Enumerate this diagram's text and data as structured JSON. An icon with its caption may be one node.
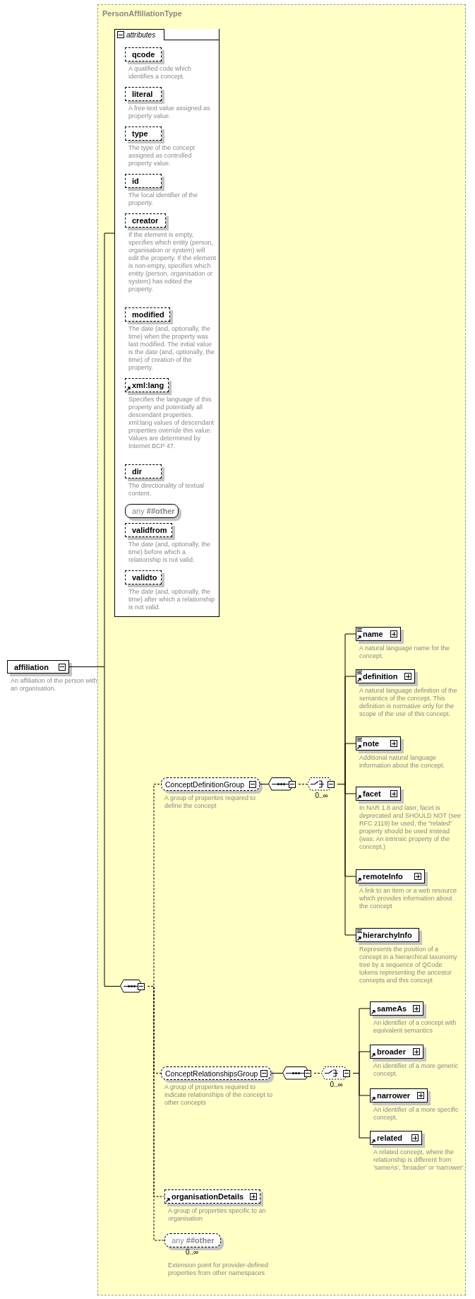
{
  "diagram": {
    "nodes": [
      {
        "text": [
          "PersonAffiliationType"
        ]
      },
      {
        "text": [
          "attributes"
        ],
        "in": 0
      },
      {
        "text": [
          "qcode"
        ],
        "in": 1,
        "beside": [
          "A qualified code which identifies a concept."
        ]
      },
      {
        "text": [
          "literal"
        ],
        "in": 1,
        "beside": [
          "A free-text value assigned as property value."
        ]
      },
      {
        "text": [
          "type"
        ],
        "in": 1,
        "beside": [
          "The type of the concept assigned as controlled property value."
        ]
      },
      {
        "text": [
          "id"
        ],
        "in": 1,
        "beside": [
          "The local identifier of the property."
        ]
      },
      {
        "text": [
          "creator"
        ],
        "in": 1,
        "beside": [
          "If the element is empty, specifies which entity (person, organisation or system) will edit the property. If the element is non-empty, specifies which entity (person, organisation or system) has edited the property."
        ]
      },
      {
        "text": [
          "modified"
        ],
        "in": 1,
        "beside": [
          "The date (and, optionally, the time) when the property was last modified. The initial value is the date (and, optionally, the time) of creation of the property."
        ]
      },
      {
        "text": [
          "xml:lang"
        ],
        "in": 1,
        "beside": [
          "Specifies the language of this property and potentially all descendant properties. xml:lang values of descendant properties override this value. Values are determined by Internet BCP 47."
        ]
      },
      {
        "text": [
          "dir"
        ],
        "in": 1,
        "beside": [
          "The directionality of textual content."
        ]
      },
      {
        "text": [
          "any **##other**"
        ],
        "in": 1
      },
      {
        "text": [
          "validfrom"
        ],
        "in": 1,
        "beside": [
          "The date (and, optionally, the time) before which a relationship is not valid."
        ]
      },
      {
        "text": [
          "validto"
        ],
        "in": 1,
        "beside": [
          "The date (and, optionally, the time) after which a relationship is not valid."
        ]
      },
      {
        "text": [
          "affiliation"
        ],
        "beside": [
          "An affiliation of the person with an organisation."
        ]
      },
      {
        "text": [],
        "shape": "octagon",
        "in": 0
      },
      {
        "text": [
          "ConceptDefinitionGroup"
        ],
        "in": 0,
        "beside": [
          "A group of properites required to define the concept"
        ]
      },
      {
        "text": [],
        "shape": "octagon",
        "in": 0
      },
      {
        "text": [],
        "shape": "octagon",
        "in": 0,
        "beside": [
          "0..∞"
        ]
      },
      {
        "text": [
          "name"
        ],
        "in": 0,
        "beside": [
          "A natural language name for the concept."
        ]
      },
      {
        "text": [
          "definition"
        ],
        "in": 0,
        "beside": [
          "A natural language definition of the semantics of the concept. This definition is normative only for the scope of the use of this concept."
        ]
      },
      {
        "text": [
          "note"
        ],
        "in": 0,
        "beside": [
          "Additional natural language information about the concept."
        ]
      },
      {
        "text": [
          "facet"
        ],
        "in": 0,
        "beside": [
          "In NAR 1.8 and later, facet is deprecated and SHOULD NOT (see RFC 2119) be used, the \"related\" property should be used instead (was: An intrinsic property of the concept.)"
        ]
      },
      {
        "text": [
          "remoteInfo"
        ],
        "in": 0,
        "beside": [
          "A link to an item or a web resource which provides information about the concept"
        ]
      },
      {
        "text": [
          "hierarchyInfo"
        ],
        "in": 0,
        "beside": [
          "Represents the position of a concept in a hierarchical taxonomy tree by a sequence of QCode tokens representing the ancestor concepts and this concept"
        ]
      },
      {
        "text": [
          "ConceptRelationshipsGroup"
        ],
        "in": 0,
        "beside": [
          "A group of properites required to indicate relationships of the concept to other concepts"
        ]
      },
      {
        "text": [],
        "shape": "octagon",
        "in": 0
      },
      {
        "text": [],
        "shape": "octagon",
        "in": 0,
        "beside": [
          "0..∞"
        ]
      },
      {
        "text": [
          "sameAs"
        ],
        "in": 0,
        "beside": [
          "An identifier of a concept with equivalent semantics"
        ]
      },
      {
        "text": [
          "broader"
        ],
        "in": 0,
        "beside": [
          "An identifier of a more generic concept."
        ]
      },
      {
        "text": [
          "narrower"
        ],
        "in": 0,
        "beside": [
          "An identifier of a more specific concept."
        ]
      },
      {
        "text": [
          "related"
        ],
        "in": 0,
        "beside": [
          "A related concept, where the relationship is different from 'sameAs', 'broader' or 'narrower'."
        ]
      },
      {
        "text": [
          "organisationDetails"
        ],
        "in": 0,
        "beside": [
          "A group of properties specific to an organisation"
        ]
      },
      {
        "text": [
          "any **##other**"
        ],
        "in": 0,
        "beside": [
          "0..∞",
          "Extension point for provider-defined properties from other namespaces"
        ]
      }
    ],
    "edges": [
      {
        "from": 13,
        "to": 1,
        "arrow": "none"
      },
      {
        "from": 13,
        "to": 14,
        "arrow": "none"
      },
      {
        "from": 14,
        "to": 15,
        "arrow": "none",
        "style": "dashed"
      },
      {
        "from": 14,
        "to": 24,
        "arrow": "none",
        "style": "dashed"
      },
      {
        "from": 14,
        "to": 31,
        "arrow": "none",
        "style": "dashed"
      },
      {
        "from": 14,
        "to": 32,
        "arrow": "none",
        "style": "dashed"
      },
      {
        "from": 15,
        "to": 16,
        "arrow": "none"
      },
      {
        "from": 16,
        "to": 17,
        "arrow": "none",
        "style": "dashed"
      },
      {
        "from": 17,
        "to": 18,
        "arrow": "none"
      },
      {
        "from": 17,
        "to": 19,
        "arrow": "none"
      },
      {
        "from": 17,
        "to": 20,
        "arrow": "none"
      },
      {
        "from": 17,
        "to": 21,
        "arrow": "none"
      },
      {
        "from": 17,
        "to": 22,
        "arrow": "none"
      },
      {
        "from": 17,
        "to": 23,
        "arrow": "none"
      },
      {
        "from": 24,
        "to": 25,
        "arrow": "none"
      },
      {
        "from": 25,
        "to": 26,
        "arrow": "none",
        "style": "dashed"
      },
      {
        "from": 26,
        "to": 27,
        "arrow": "none"
      },
      {
        "from": 26,
        "to": 28,
        "arrow": "none"
      },
      {
        "from": 26,
        "to": 29,
        "arrow": "none"
      },
      {
        "from": 26,
        "to": 30,
        "arrow": "none"
      }
    ]
  }
}
